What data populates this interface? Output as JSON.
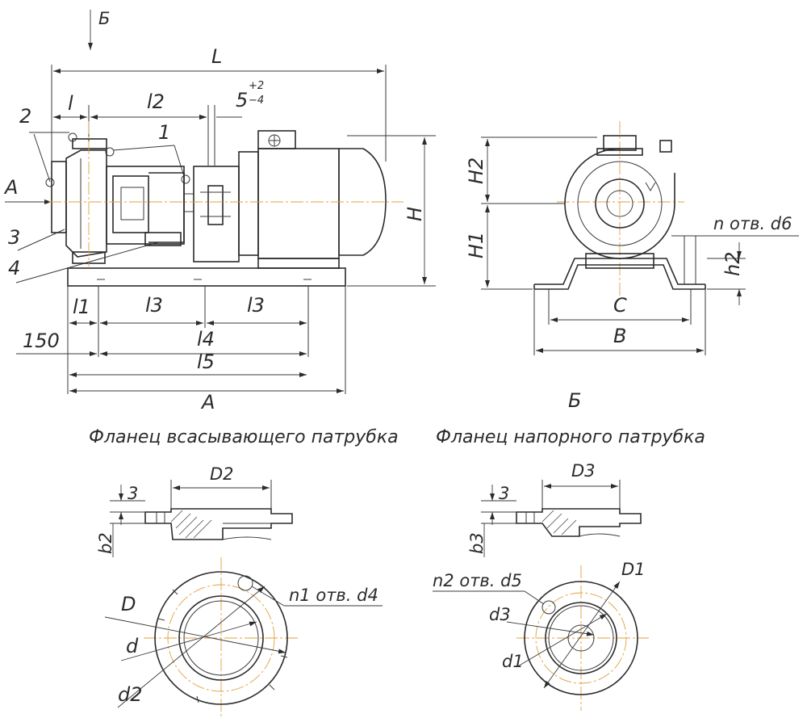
{
  "labels": {
    "view_arrow": "Б",
    "overall_length": "L",
    "l": "l",
    "l2": "l2",
    "gap": "5",
    "gap_plus": "+2",
    "gap_minus": "−4",
    "callout_1": "1",
    "callout_2": "2",
    "callout_3": "3",
    "callout_4": "4",
    "view_a": "А",
    "height_H": "H",
    "l1": "l1",
    "l3_left": "l3",
    "l3_right": "l3",
    "dim_150": "150",
    "l4": "l4",
    "l5": "l5",
    "base_A": "A",
    "H2": "H2",
    "H1": "H1",
    "holes": "n отв. d6",
    "h2": "h2",
    "C": "C",
    "B": "B",
    "view_b_caption": "Б"
  },
  "captions": {
    "suction_flange": "Фланец всасывающего патрубка",
    "discharge_flange": "Фланец напорного патрубка"
  },
  "suction": {
    "D2": "D2",
    "three": "3",
    "b2": "b2",
    "holes": "n1 отв. d4",
    "D": "D",
    "d": "d",
    "d2": "d2"
  },
  "discharge": {
    "D3": "D3",
    "three": "3",
    "b3": "b3",
    "holes": "n2 отв. d5",
    "D1": "D1",
    "d3": "d3",
    "d1": "d1"
  },
  "colors": {
    "lines": "#2b2b2b",
    "centerlines": "#e0a040"
  }
}
